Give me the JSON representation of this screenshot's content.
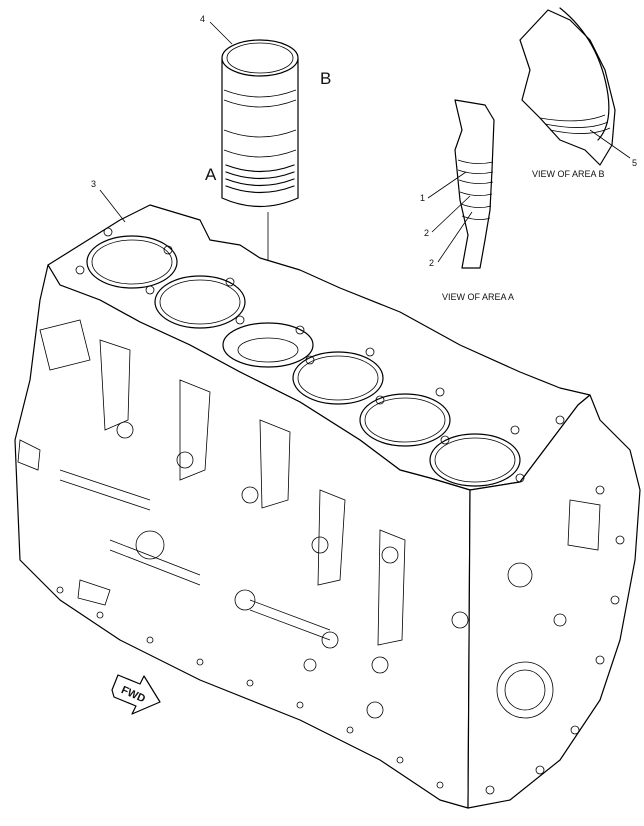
{
  "labels": {
    "callout_1": "1",
    "callout_2a": "2",
    "callout_2b": "2",
    "callout_3": "3",
    "callout_4": "4",
    "callout_5": "5",
    "area_a": "A",
    "area_b": "B",
    "view_a": "VIEW OF AREA  A",
    "view_b": "VIEW OF AREA  B",
    "fwd": "FWD"
  },
  "colors": {
    "line": "#000000",
    "background": "#ffffff"
  }
}
